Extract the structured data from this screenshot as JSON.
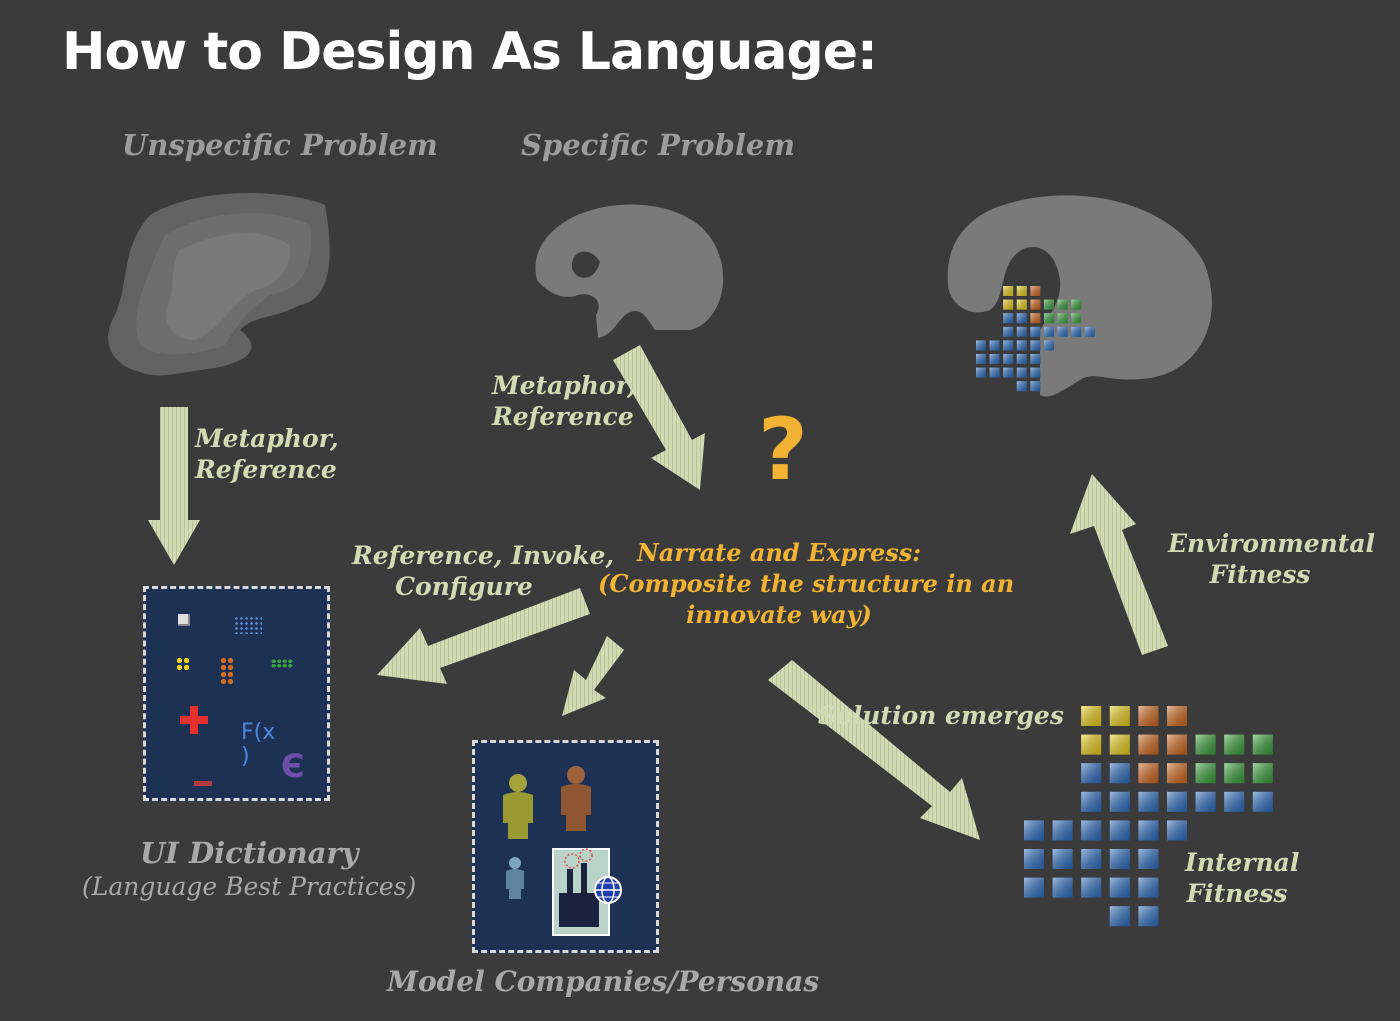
{
  "title": "How to Design As Language:",
  "headings": {
    "unspecific": "Unspecific Problem",
    "specific": "Specific Problem"
  },
  "arrow_labels": {
    "metaphor_left_line1": "Metaphor,",
    "metaphor_left_line2": "Reference",
    "metaphor_center_line1": "Metaphor,",
    "metaphor_center_line2": "Reference",
    "invoke_line1": "Reference, Invoke,",
    "invoke_line2": "Configure",
    "environmental_line1": "Environmental",
    "environmental_line2": "Fitness",
    "internal_line1": "Internal",
    "internal_line2": "Fitness",
    "solution": "Solution emerges"
  },
  "center": {
    "question_mark": "?",
    "line1": "Narrate and Express:",
    "line2": "(Composite the structure in an",
    "line3": "innovate way)"
  },
  "dictionary": {
    "label": "UI Dictionary",
    "sublabel": "(Language Best Practices)",
    "fx_line1": "F(x",
    "fx_line2": ")",
    "epsilon": "Є"
  },
  "personas": {
    "label": "Model Companies/Personas"
  },
  "colors": {
    "background": "#3b3b3b",
    "arrow": "#d2dab4",
    "gold": "#f2b333",
    "box": "#1d3154",
    "blob": "#777777",
    "block_blue": "#2d6fc4",
    "block_yellow": "#f1d31b",
    "block_orange": "#d46a1d",
    "block_green": "#3aa43c"
  }
}
